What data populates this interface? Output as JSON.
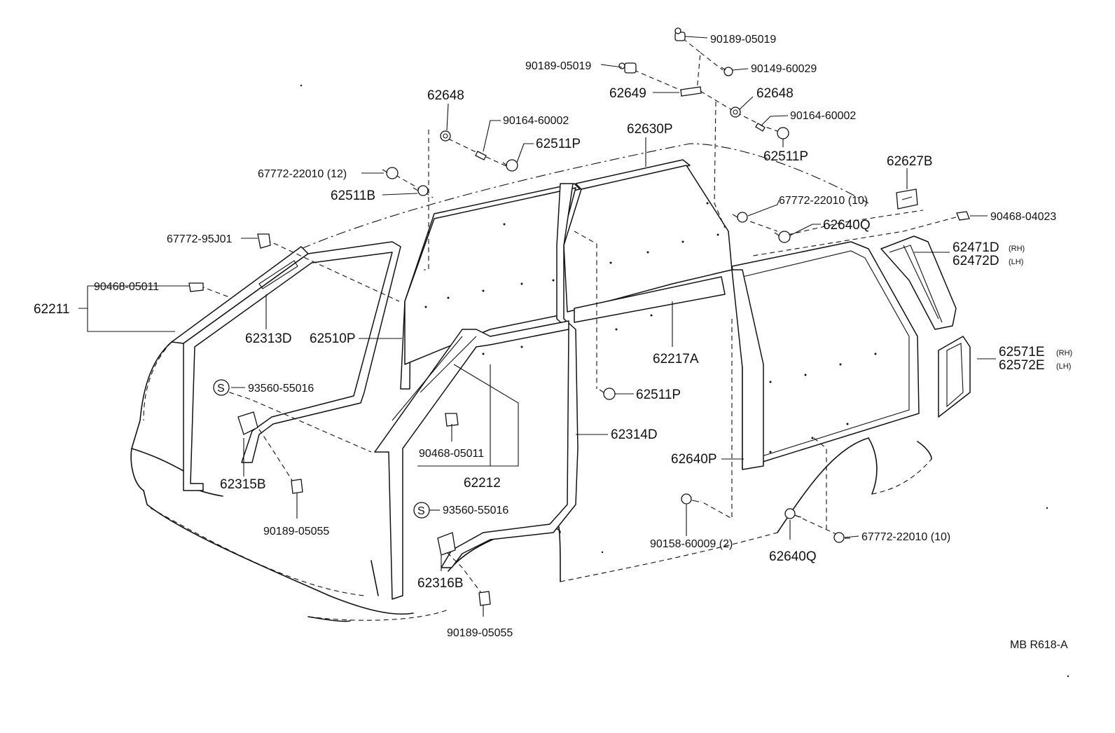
{
  "diagram": {
    "labels": {
      "p90189_05019_top": "90189-05019",
      "p90189_05019_left": "90189-05019",
      "p90149_60029": "90149-60029",
      "p62649": "62649",
      "p62648_right": "62648",
      "p90164_60002_right": "90164-60002",
      "p62511p_right": "62511P",
      "p62648_left": "62648",
      "p90164_60002_left": "90164-60002",
      "p62511p_left": "62511P",
      "p62630p": "62630P",
      "p62627b": "62627B",
      "p67772_22010_12": "67772-22010 (12)",
      "p62511b": "62511B",
      "p67772_22010_10_top": "67772-22010 (10)",
      "p90468_04023": "90468-04023",
      "p62640q_top": "62640Q",
      "p67772_95j01": "67772-95J01",
      "p62471d": "62471D",
      "p62472d": "62472D",
      "rh1": "(RH)",
      "lh1": "(LH)",
      "p90468_05011_left": "90468-05011",
      "p62211": "62211",
      "p62313d": "62313D",
      "p62510p": "62510P",
      "p62217a": "62217A",
      "p62571e": "62571E",
      "p62572e": "62572E",
      "rh2": "(RH)",
      "lh2": "(LH)",
      "p93560_55016_top": "93560-55016",
      "p62511p_mid": "62511P",
      "p62314d": "62314D",
      "p90468_05011_mid": "90468-05011",
      "p62640p": "62640P",
      "p62212": "62212",
      "p62315b": "62315B",
      "p93560_55016_bottom": "93560-55016",
      "p90189_05055_left": "90189-05055",
      "p90158_60009": "90158-60009 (2)",
      "p67772_22010_10_bottom": "67772-22010 (10)",
      "p62640q_bottom": "62640Q",
      "p62316b": "62316B",
      "p90189_05055_bottom": "90189-05055",
      "s_top": "S",
      "s_bottom": "S",
      "footer_code": "MB  R618-A"
    }
  }
}
